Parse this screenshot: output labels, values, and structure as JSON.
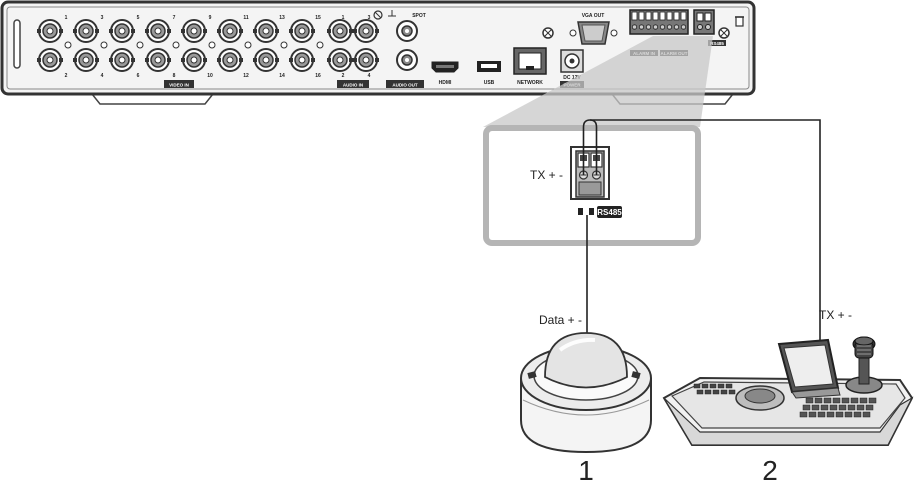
{
  "dvr": {
    "video_in_numbers_top": [
      "1",
      "3",
      "5",
      "7",
      "9",
      "11",
      "13",
      "15"
    ],
    "video_in_numbers_bottom": [
      "2",
      "4",
      "6",
      "8",
      "10",
      "12",
      "14",
      "16"
    ],
    "video_in_label": "VIDEO IN",
    "audio_in_numbers_top": [
      "1",
      "3"
    ],
    "audio_in_numbers_bottom": [
      "2",
      "4"
    ],
    "audio_in_label": "AUDIO IN",
    "spot_label": "SPOT",
    "audio_out_label": "AUDIO OUT",
    "hdmi_label": "HDMI",
    "usb_label": "USB",
    "network_label": "NETWORK",
    "vga_out_label": "VGA OUT",
    "power_label_1": "DC 12V",
    "power_label_2": "POWER",
    "alarm_in_label": "ALARM IN",
    "alarm_out_label": "ALARM OUT",
    "rs485_small_label": "RS485"
  },
  "zoom": {
    "tx_label": "TX + -",
    "rs485_label": "RS485"
  },
  "labels": {
    "data_label": "Data + -",
    "tx_keyboard_label": "TX + -",
    "camera_number": "1",
    "keyboard_number": "2"
  }
}
